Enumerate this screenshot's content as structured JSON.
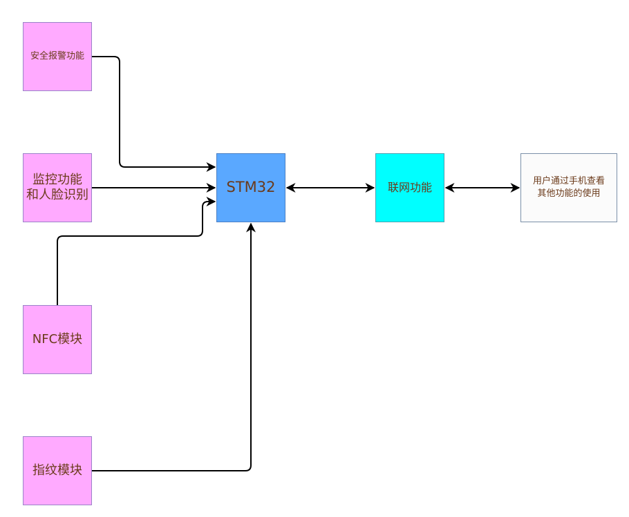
{
  "diagram": {
    "nodes": {
      "alarm": "安全报警功能",
      "monitor": "监控功能\n和人脸识别",
      "nfc": "NFC模块",
      "fingerprint": "指纹模块",
      "stm32": "STM32",
      "network": "联网功能",
      "phone": "用户通过手机查看\n其他功能的使用"
    },
    "edges": [
      {
        "from": "alarm",
        "to": "stm32",
        "direction": "forward"
      },
      {
        "from": "monitor",
        "to": "stm32",
        "direction": "forward"
      },
      {
        "from": "nfc",
        "to": "stm32",
        "direction": "forward"
      },
      {
        "from": "fingerprint",
        "to": "stm32",
        "direction": "forward"
      },
      {
        "from": "stm32",
        "to": "network",
        "direction": "both"
      },
      {
        "from": "network",
        "to": "phone",
        "direction": "both"
      }
    ],
    "colors": {
      "input_module_fill": "#ffaaff",
      "mcu_fill": "#5aa8ff",
      "network_fill": "#00ffff",
      "phone_fill": "#fbfbfb",
      "text": "#6b3a1a",
      "connector": "#000000"
    }
  }
}
